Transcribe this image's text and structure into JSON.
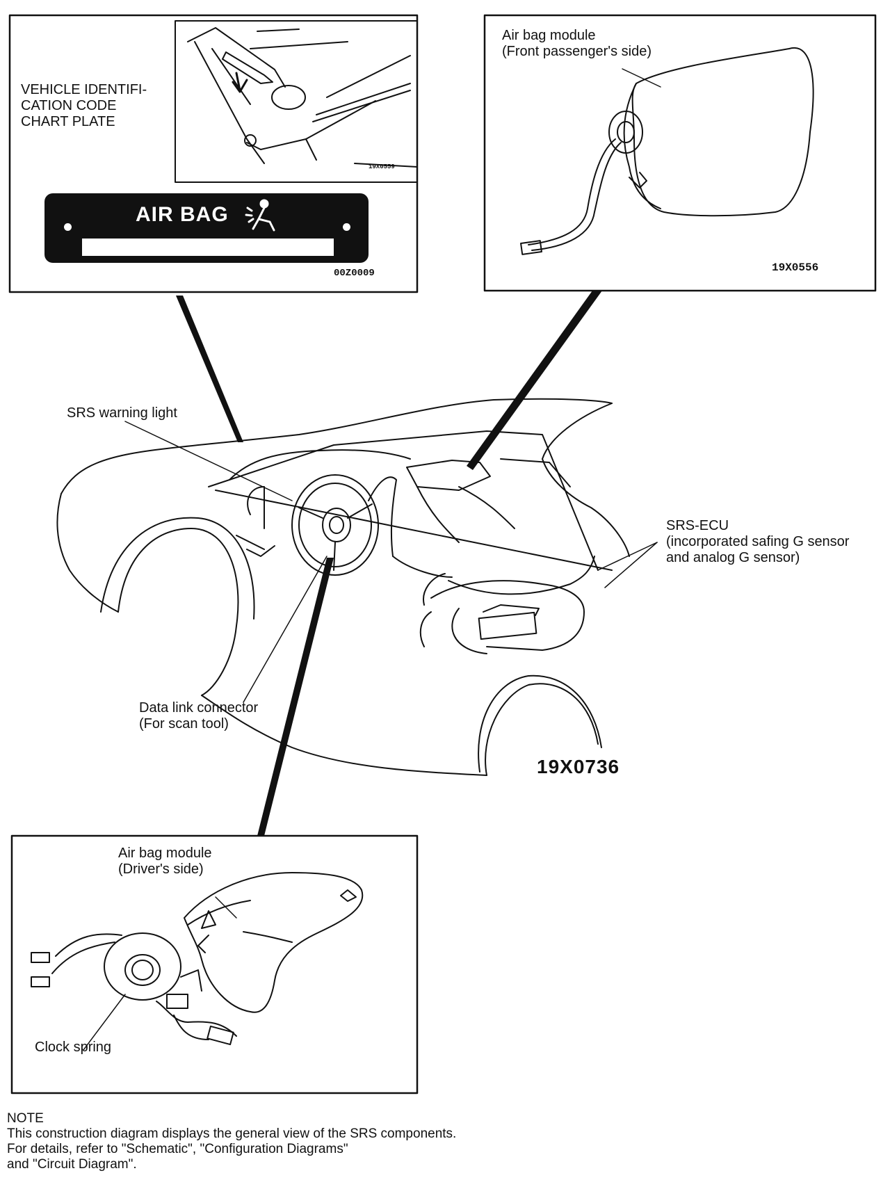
{
  "callouts": {
    "vin_plate": [
      "VEHICLE IDENTIFI-",
      "CATION CODE",
      "CHART PLATE"
    ],
    "plate_label": "AIR BAG",
    "plate_code": "00Z0009",
    "inset_code": "19X0559",
    "passenger_module": [
      "Air bag module",
      "(Front passenger's side)"
    ],
    "passenger_code": "19X0556",
    "srs_warning": "SRS warning light",
    "srs_ecu": [
      "SRS-ECU",
      "(incorporated safing G sensor",
      "and analog G sensor)"
    ],
    "data_link": [
      "Data link connector",
      "(For scan tool)"
    ],
    "main_code": "19X0736",
    "driver_module": [
      "Air bag module",
      "(Driver's side)"
    ],
    "clock_spring": "Clock spring"
  },
  "note": {
    "heading": "NOTE",
    "lines": [
      "This construction diagram displays the general view of the SRS components.",
      "For details, refer to \"Schematic\", \"Configuration Diagrams\"",
      "and  \"Circuit Diagram\"."
    ]
  }
}
